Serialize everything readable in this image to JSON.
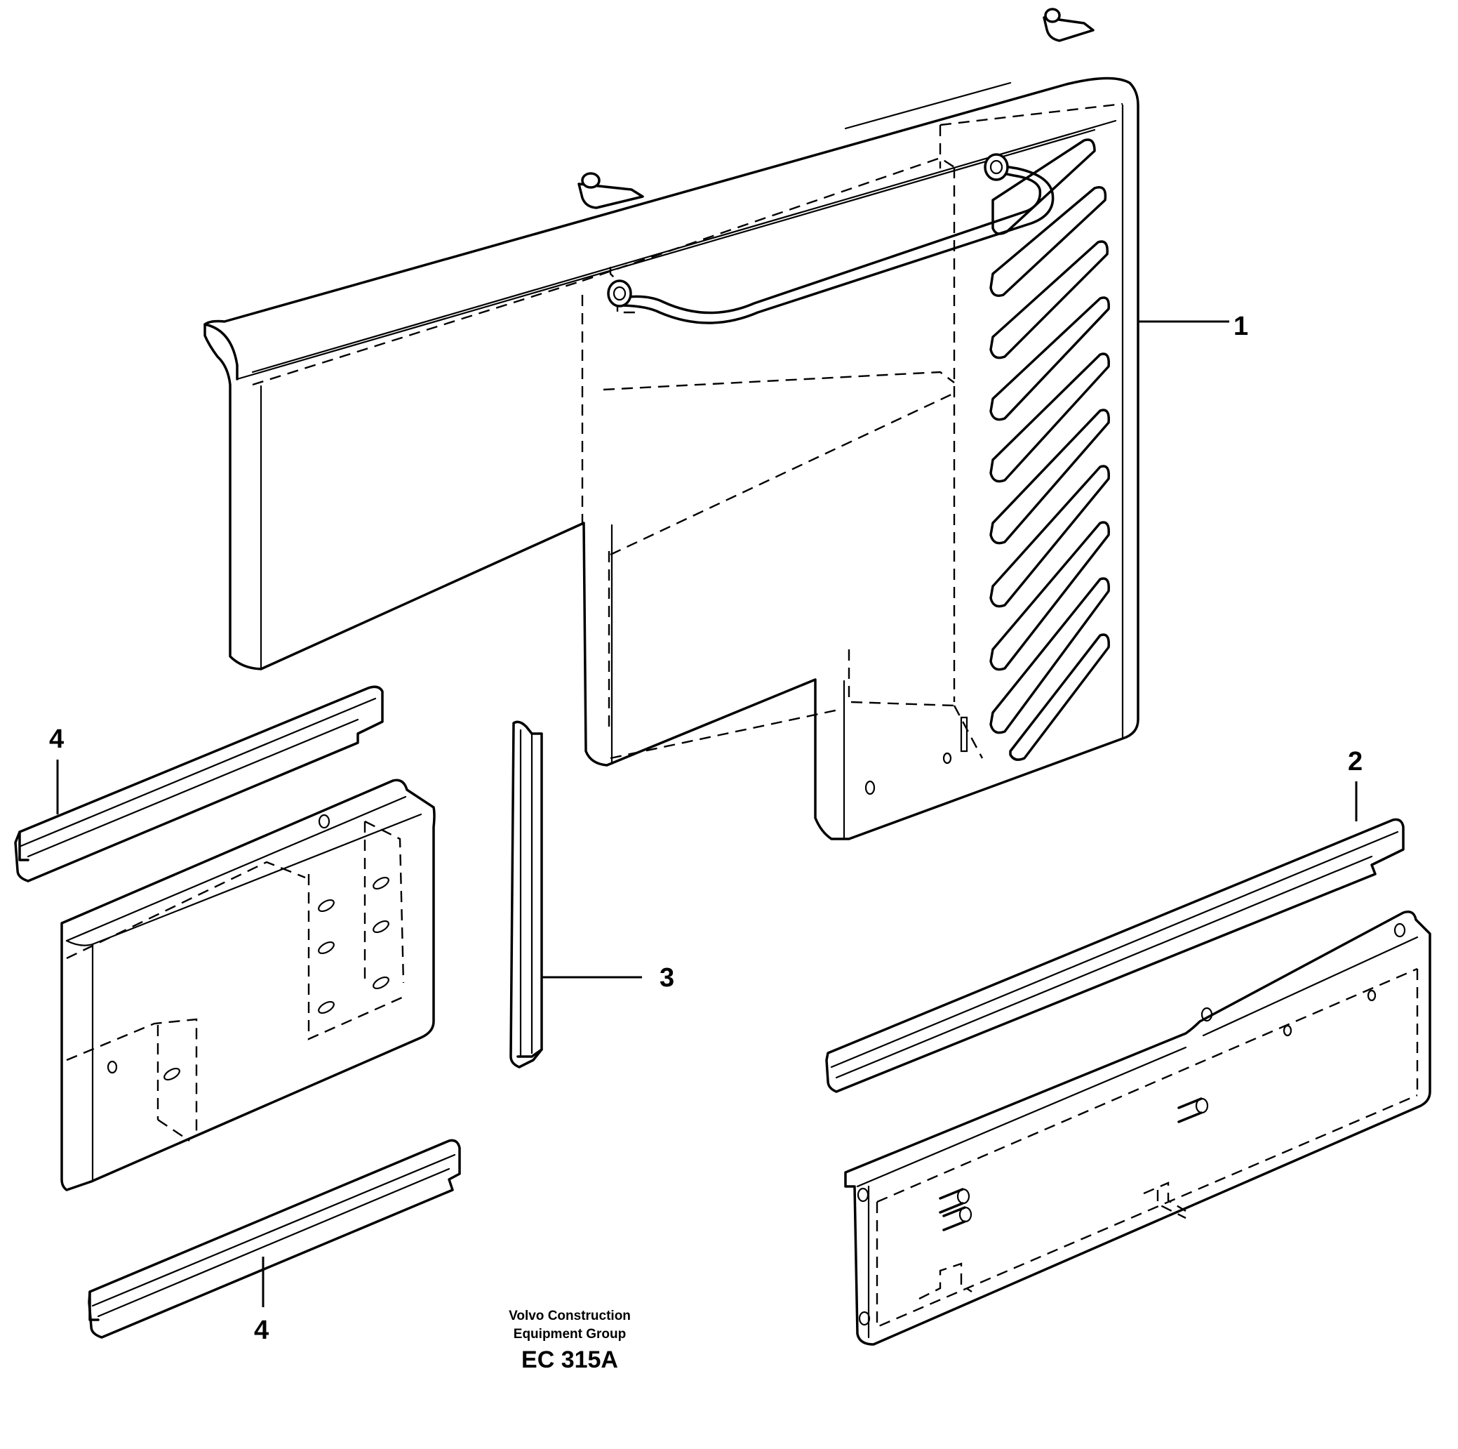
{
  "callouts": [
    {
      "id": "1",
      "label": "1"
    },
    {
      "id": "2",
      "label": "2"
    },
    {
      "id": "3",
      "label": "3"
    },
    {
      "id": "4a",
      "label": "4"
    },
    {
      "id": "4b",
      "label": "4"
    }
  ],
  "caption": {
    "line1": "Volvo Construction",
    "line2": "Equipment Group",
    "code": "EC 315A"
  }
}
